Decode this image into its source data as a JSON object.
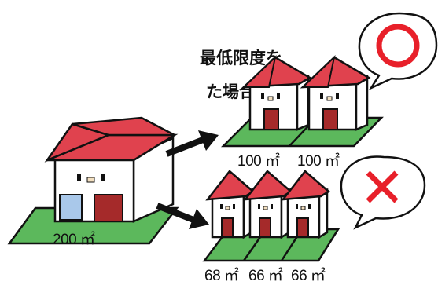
{
  "caption": {
    "line1": "最低限度を",
    "line2": "た場合"
  },
  "original_lot": {
    "area_label": "200 ㎡"
  },
  "split_two": {
    "areas": [
      "100 ㎡",
      "100 ㎡"
    ],
    "verdict": "allowed",
    "verdict_symbol": "circle"
  },
  "split_three": {
    "areas": [
      "68 ㎡",
      "66 ㎡",
      "66 ㎡"
    ],
    "verdict": "not-allowed",
    "verdict_symbol": "cross"
  },
  "colors": {
    "roof": "#e0424e",
    "lawn": "#5cb85c",
    "door": "#a52a2a",
    "window": "#a9c8ea",
    "verdict_red": "#e8202a",
    "outline": "#111111"
  }
}
